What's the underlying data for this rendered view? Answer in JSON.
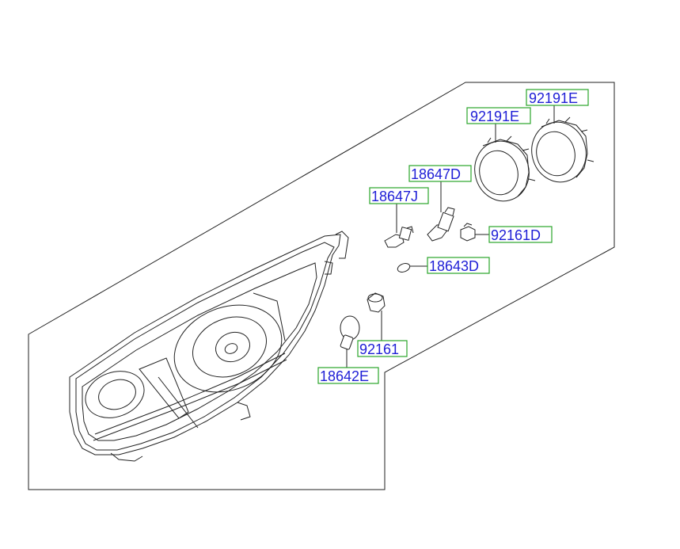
{
  "parts": [
    {
      "id": "p1",
      "label": "92191E"
    },
    {
      "id": "p2",
      "label": "92191E"
    },
    {
      "id": "p3",
      "label": "18647D"
    },
    {
      "id": "p4",
      "label": "18647J"
    },
    {
      "id": "p5",
      "label": "92161D"
    },
    {
      "id": "p6",
      "label": "18643D"
    },
    {
      "id": "p7",
      "label": "92161"
    },
    {
      "id": "p8",
      "label": "18642E"
    }
  ],
  "colors": {
    "label_text": "#1f1fd6",
    "label_border": "#2aa52a"
  }
}
